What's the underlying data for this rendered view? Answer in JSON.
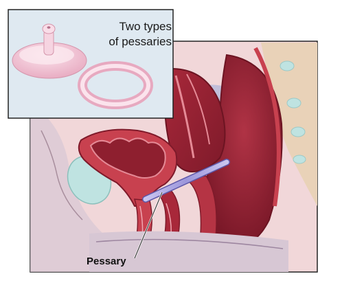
{
  "inset": {
    "title_line1": "Two types",
    "title_line2": "of pessaries"
  },
  "callout": {
    "label": "Pessary"
  },
  "colors": {
    "tissue_pink": "#f1d7d9",
    "muscle_red": "#c8414f",
    "dark_red": "#8e1f2f",
    "bladder_cyan": "#bfe3e1",
    "spine_tan": "#e9d2b8",
    "inset_bg": "#dfe9f1",
    "pessary_lavender": "#b8b3e6",
    "pessary_pink": "#f4c8d8"
  }
}
